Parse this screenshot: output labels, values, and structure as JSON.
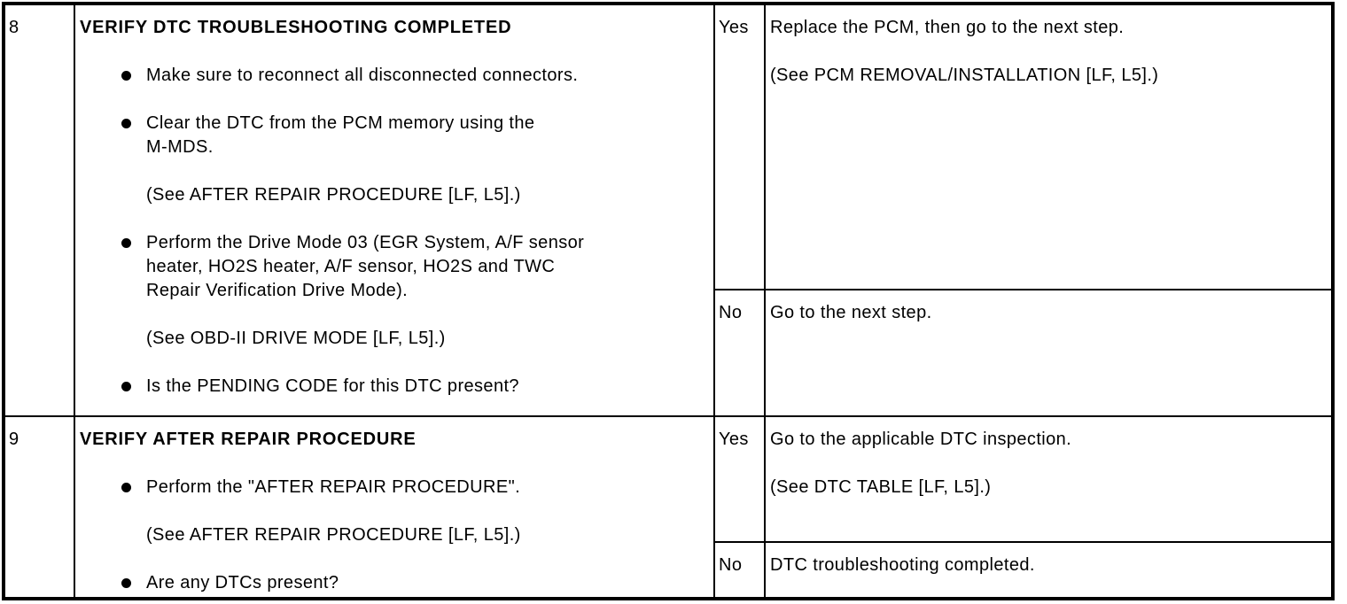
{
  "table": {
    "rows": [
      {
        "step": "8",
        "action": {
          "title": "VERIFY DTC TROUBLESHOOTING COMPLETED",
          "paragraphs": [
            {
              "type": "bullet",
              "lines": [
                "Make sure to reconnect all disconnected connectors."
              ]
            },
            {
              "type": "bullet",
              "lines": [
                "Clear the DTC from the PCM memory using the",
                "M-MDS."
              ]
            },
            {
              "type": "note",
              "lines": [
                "(See AFTER REPAIR PROCEDURE [LF, L5].)"
              ]
            },
            {
              "type": "bullet",
              "lines": [
                "Perform the Drive Mode 03 (EGR System, A/F sensor",
                "heater, HO2S heater, A/F sensor, HO2S and TWC",
                "Repair Verification Drive Mode)."
              ]
            },
            {
              "type": "note",
              "lines": [
                "(See OBD-II DRIVE MODE [LF, L5].)"
              ]
            },
            {
              "type": "bullet",
              "lines": [
                "Is the PENDING CODE for this DTC present?"
              ]
            }
          ]
        },
        "results": [
          {
            "answer": "Yes",
            "paragraphs": [
              "Replace the PCM, then go to the next step.",
              "(See PCM REMOVAL/INSTALLATION [LF, L5].)"
            ]
          },
          {
            "answer": "No",
            "paragraphs": [
              "Go to the next step."
            ]
          }
        ]
      },
      {
        "step": "9",
        "action": {
          "title": "VERIFY AFTER REPAIR PROCEDURE",
          "paragraphs": [
            {
              "type": "bullet",
              "lines": [
                "Perform the \"AFTER REPAIR PROCEDURE\"."
              ]
            },
            {
              "type": "note",
              "lines": [
                "(See AFTER REPAIR PROCEDURE [LF, L5].)"
              ]
            },
            {
              "type": "bullet",
              "lines": [
                "Are any DTCs present?"
              ]
            }
          ]
        },
        "results": [
          {
            "answer": "Yes",
            "paragraphs": [
              "Go to the applicable DTC inspection.",
              "(See DTC TABLE [LF, L5].)"
            ]
          },
          {
            "answer": "No",
            "paragraphs": [
              "DTC troubleshooting completed."
            ]
          }
        ]
      }
    ]
  }
}
